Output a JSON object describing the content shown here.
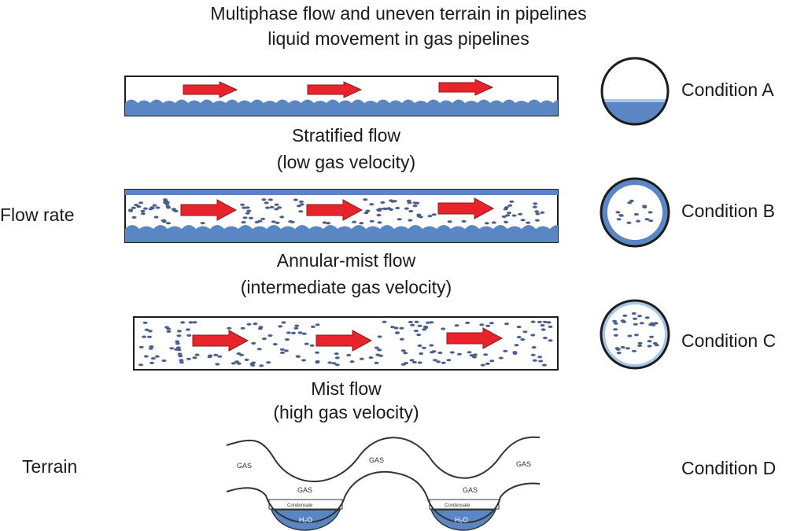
{
  "title": {
    "line1": "Multiphase flow and uneven terrain in pipelines",
    "line2": "liquid movement in gas pipelines"
  },
  "left_labels": {
    "flow_rate": "Flow rate",
    "terrain": "Terrain"
  },
  "flows": [
    {
      "name": "Stratified flow",
      "velocity": "(low gas velocity)",
      "condition": "Condition A"
    },
    {
      "name": "Annular-mist flow",
      "velocity": "(intermediate gas velocity)",
      "condition": "Condition B"
    },
    {
      "name": "Mist flow",
      "velocity": "(high gas velocity)",
      "condition": "Condition C"
    }
  ],
  "terrain": {
    "condition": "Condition D",
    "gas_label": "GAS",
    "condensate_label": "Condensate",
    "water_label": "H₂O"
  },
  "colors": {
    "liquid": "#5b86c4",
    "arrow": "#e8232b",
    "droplet": "#4a5f8a",
    "pipe_wall": "#1c1c1c"
  }
}
